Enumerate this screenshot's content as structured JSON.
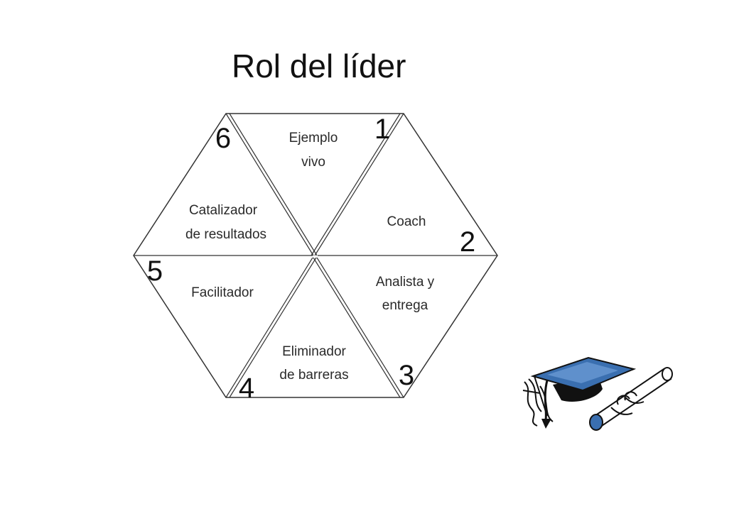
{
  "title": "Rol del líder",
  "segments": [
    {
      "number": "1",
      "label_lines": [
        "Ejemplo",
        "vivo"
      ]
    },
    {
      "number": "2",
      "label_lines": [
        "Coach"
      ]
    },
    {
      "number": "3",
      "label_lines": [
        "Analista y",
        "entrega"
      ]
    },
    {
      "number": "4",
      "label_lines": [
        "Eliminador",
        "de barreras"
      ]
    },
    {
      "number": "5",
      "label_lines": [
        "Facilitador"
      ]
    },
    {
      "number": "6",
      "label_lines": [
        "Catalizador",
        "de resultados"
      ]
    }
  ],
  "colors": {
    "outline": "#333333",
    "cap": "#3a6fb0",
    "ink": "#111111"
  },
  "clipart": "graduation-cap-and-diploma-icon"
}
